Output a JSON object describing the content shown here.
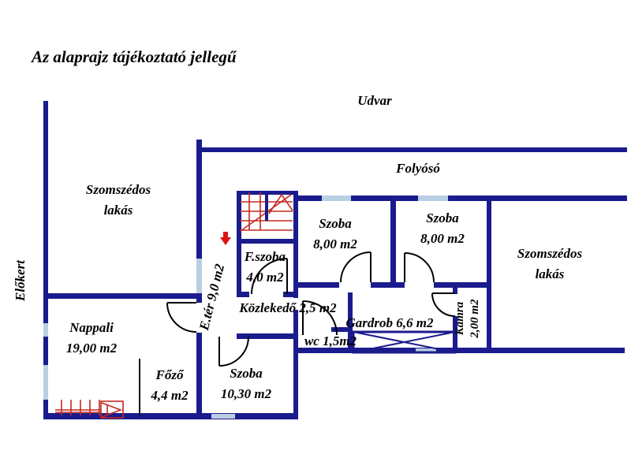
{
  "title": "Az alaprajz tájékoztató jellegű",
  "outside": {
    "udvar": "Udvar",
    "folyoso": "Folyósó",
    "elokert": "Előkert"
  },
  "neighbor_top": {
    "line1": "Szomszédos",
    "line2": "lakás"
  },
  "neighbor_right": {
    "line1": "Szomszédos",
    "line2": "lakás"
  },
  "rooms": {
    "nappali": {
      "name": "Nappali",
      "area": "19,00 m2"
    },
    "fozo": {
      "name": "Főző",
      "area": "4,4 m2"
    },
    "szoba_also": {
      "name": "Szoba",
      "area": "10,30 m2"
    },
    "fszoba": {
      "name": "F.szoba",
      "area": "4,0 m2"
    },
    "szoba_kozep": {
      "name": "Szoba",
      "area": "8,00 m2"
    },
    "szoba_jobb": {
      "name": "Szoba",
      "area": "8,00 m2"
    },
    "eter": {
      "label": "E.tér 9,0 m2"
    },
    "kozlekedo": {
      "label": "Közlekedő 2,5 m2"
    },
    "wc": {
      "label": "wc 1,5m2"
    },
    "gardrob": {
      "label": "Gardrob 6,6 m2"
    },
    "kamra": {
      "name": "Kamra",
      "area": "2,00 m2"
    }
  },
  "colors": {
    "wall": "#1b1b8e",
    "window": "#b9cfe3",
    "stairs": "#c22a21",
    "arrow": "#e01212",
    "door": "#000000",
    "text": "#000000",
    "background": "#ffffff"
  }
}
